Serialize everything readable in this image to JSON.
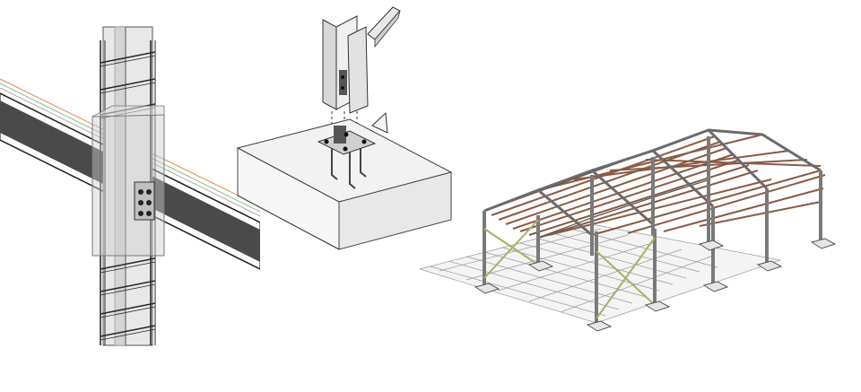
{
  "figure": {
    "panels": [
      {
        "id": "column-beam-connection",
        "kind": "isometric-detail"
      },
      {
        "id": "column-base-plate",
        "kind": "isometric-detail"
      },
      {
        "id": "portal-frame-structure",
        "kind": "isometric-model"
      }
    ],
    "colors": {
      "steel_light": "#e6e6e6",
      "steel_mid": "#bdbdbd",
      "steel_dark": "#555555",
      "beam_web": "#4a4a4a",
      "rebar": "#2b2b2b",
      "concrete": "#f2f2f2",
      "rust": "#8a5a44",
      "brace": "#a8b06a",
      "line_orange": "#e0894c",
      "line_green": "#7fbf7f"
    }
  }
}
